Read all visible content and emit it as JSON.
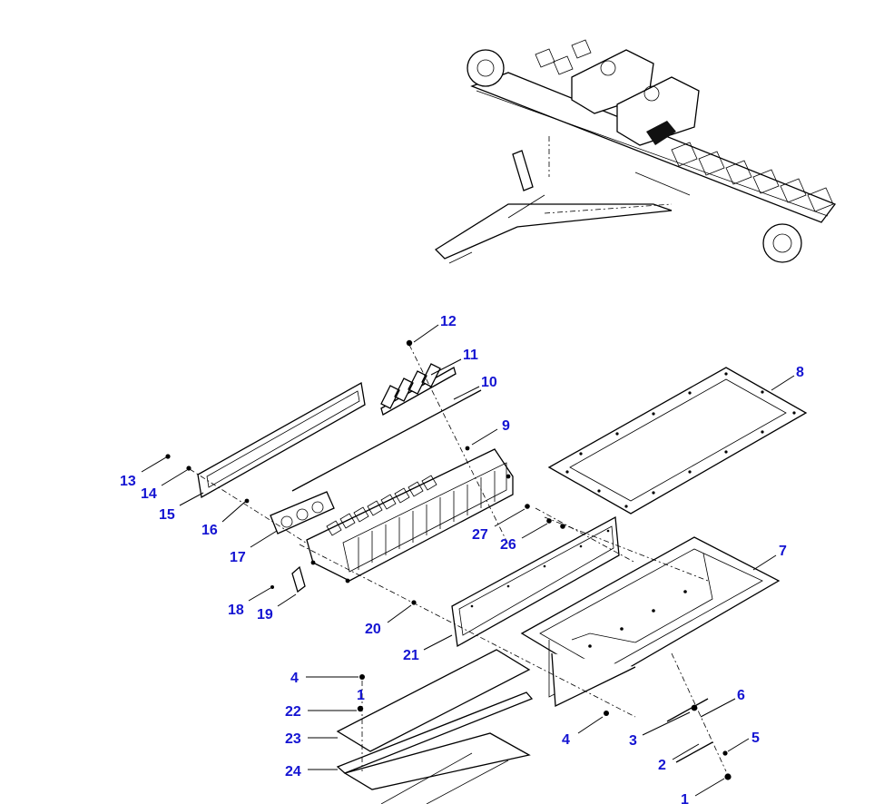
{
  "diagram": {
    "label_color": "#1414d2",
    "callouts": [
      {
        "label": "12"
      },
      {
        "label": "11"
      },
      {
        "label": "10"
      },
      {
        "label": "8"
      },
      {
        "label": "9"
      },
      {
        "label": "13"
      },
      {
        "label": "14"
      },
      {
        "label": "15"
      },
      {
        "label": "16"
      },
      {
        "label": "17"
      },
      {
        "label": "27"
      },
      {
        "label": "26"
      },
      {
        "label": "7"
      },
      {
        "label": "18"
      },
      {
        "label": "19"
      },
      {
        "label": "20"
      },
      {
        "label": "21"
      },
      {
        "label": "4"
      },
      {
        "label": "1"
      },
      {
        "label": "22"
      },
      {
        "label": "23"
      },
      {
        "label": "24"
      },
      {
        "label": "4"
      },
      {
        "label": "6"
      },
      {
        "label": "3"
      },
      {
        "label": "5"
      },
      {
        "label": "2"
      },
      {
        "label": "1"
      }
    ]
  }
}
